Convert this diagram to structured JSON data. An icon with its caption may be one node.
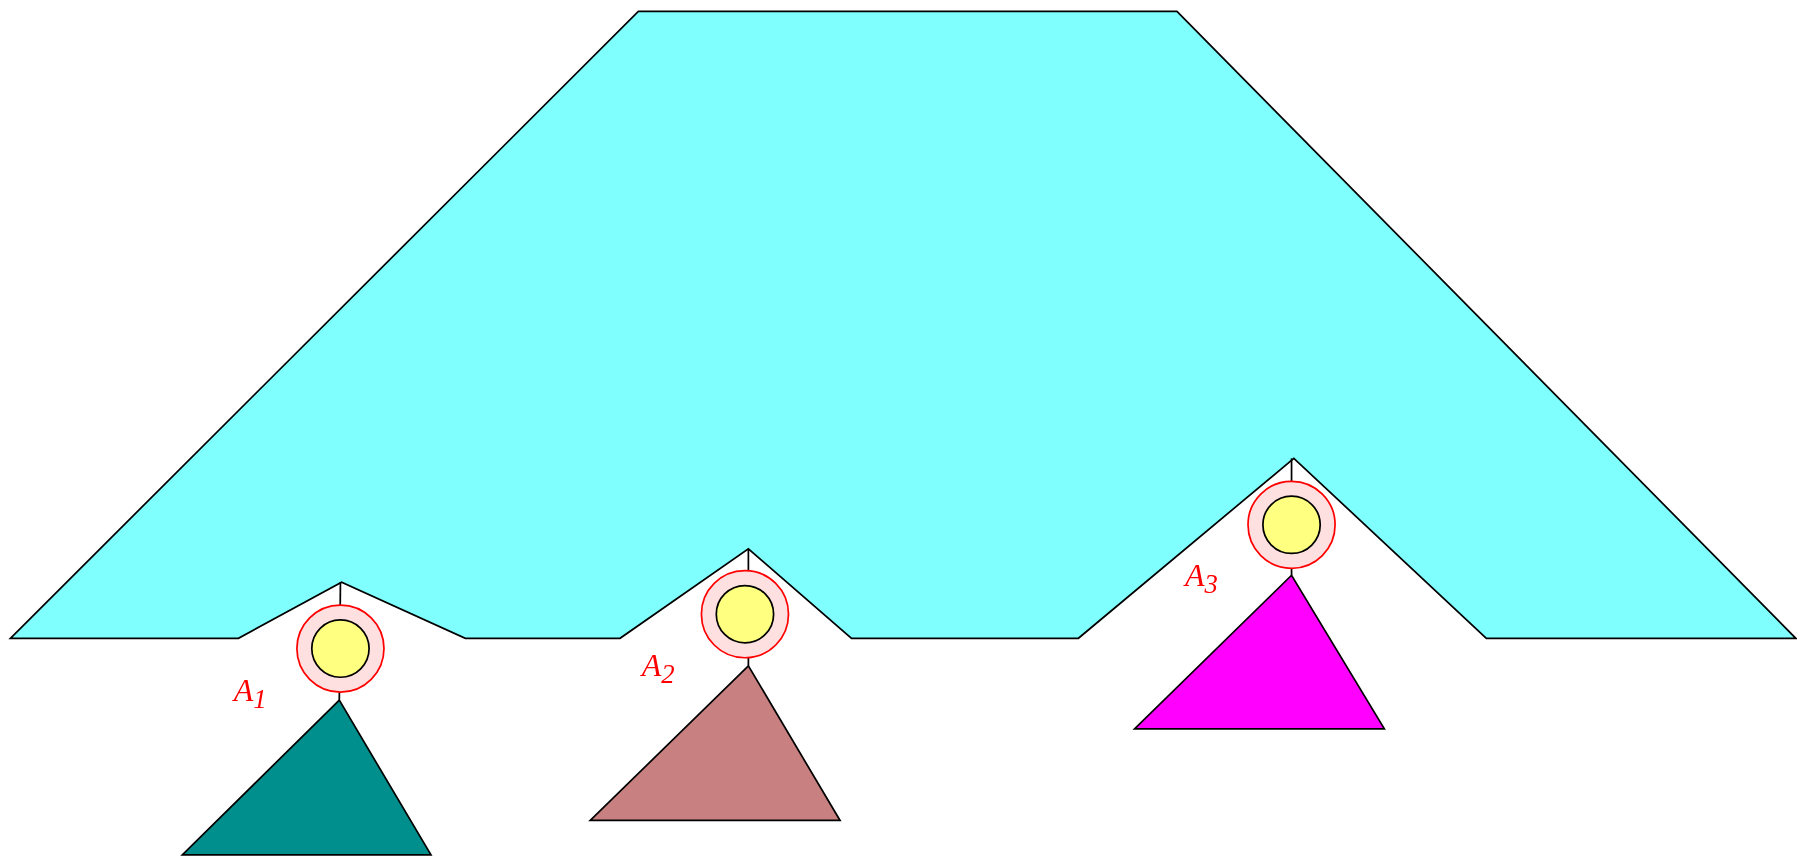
{
  "diagram": {
    "labels": [
      "A$_{1}$",
      "A$_{2}$",
      "A$_{3}$"
    ]
  }
}
